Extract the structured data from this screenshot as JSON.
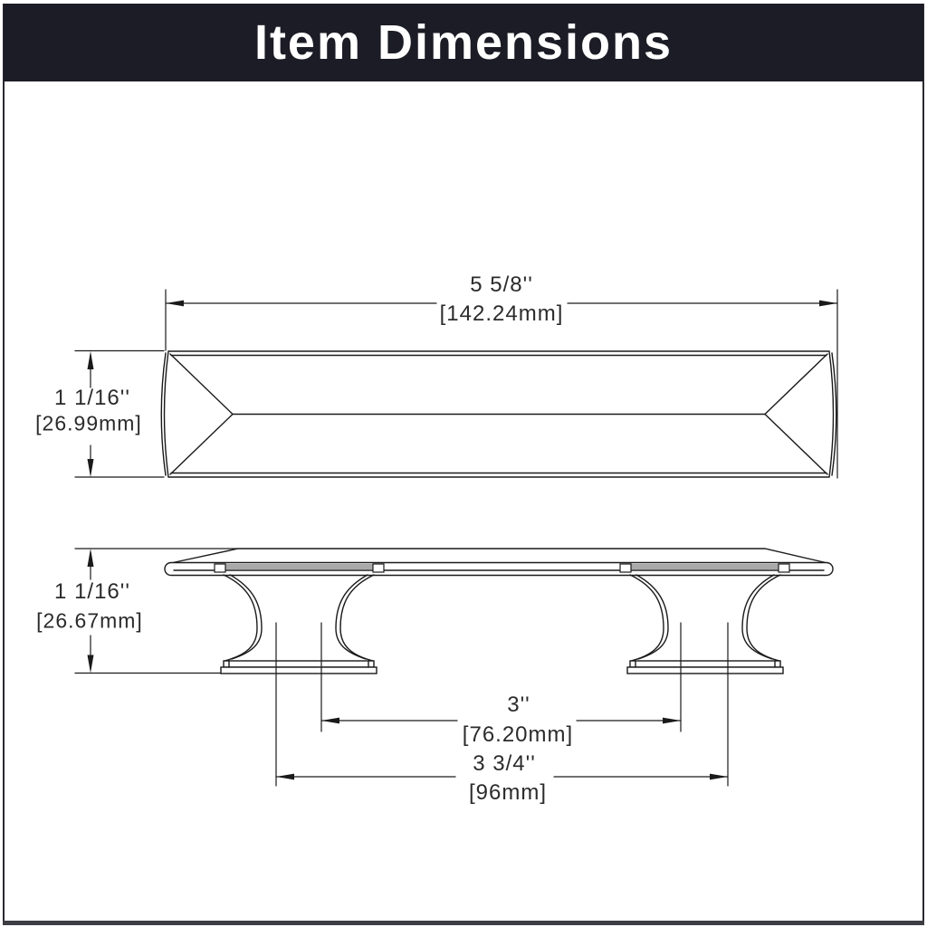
{
  "header": {
    "title": "Item Dimensions",
    "bg_color": "#1c1c26",
    "text_color": "#ffffff"
  },
  "drawing": {
    "line_color": "#1a1a1a",
    "shade_color": "#a9a9a9",
    "views": [
      "top-view",
      "side-view"
    ],
    "labels": {
      "length_in": "5 5/8''",
      "length_mm": "[142.24mm]",
      "height_top_in": "1 1/16''",
      "height_top_mm": "[26.99mm]",
      "height_side_in": "1 1/16''",
      "height_side_mm": "[26.67mm]",
      "cc_in": "3''",
      "cc_mm": "[76.20mm]",
      "mount_in": "3 3/4''",
      "mount_mm": "[96mm]"
    }
  }
}
